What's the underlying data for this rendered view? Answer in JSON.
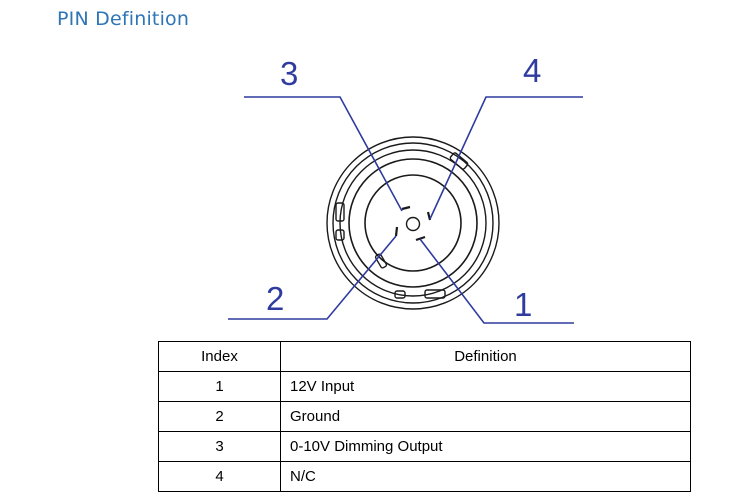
{
  "heading": "PIN Definition",
  "diagram": {
    "pin_labels": [
      "3",
      "4",
      "2",
      "1"
    ]
  },
  "colors": {
    "heading": "#2e75b6",
    "leader_lines": "#2f3b9e",
    "connector_outline": "#1a1a1a"
  },
  "table": {
    "headers": [
      "Index",
      "Definition"
    ],
    "rows": [
      {
        "index": "1",
        "definition": "12V Input"
      },
      {
        "index": "2",
        "definition": "Ground"
      },
      {
        "index": "3",
        "definition": "0-10V Dimming Output"
      },
      {
        "index": "4",
        "definition": "N/C"
      }
    ]
  }
}
